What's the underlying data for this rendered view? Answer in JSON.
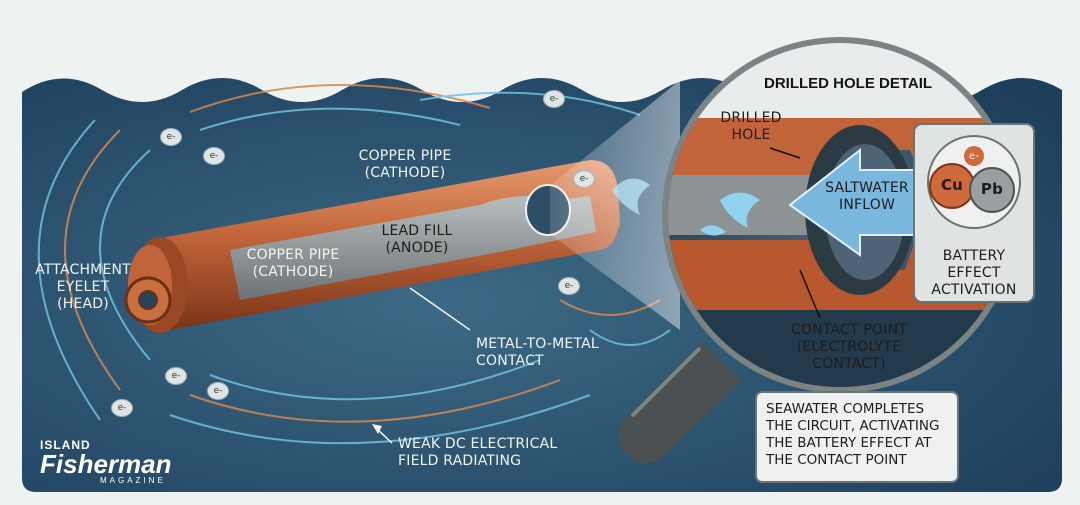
{
  "labels": {
    "copper_pipe_top": [
      "COPPER PIPE",
      "(CATHODE)"
    ],
    "copper_pipe_inner": [
      "COPPER PIPE",
      "(CATHODE)"
    ],
    "lead_fill": [
      "LEAD FILL",
      "(ANODE)"
    ],
    "attachment_eyelet": [
      "ATTACHMENT",
      "EYELET",
      "(HEAD)"
    ],
    "metal_contact": [
      "METAL-TO-METAL",
      "CONTACT"
    ],
    "weak_field": [
      "WEAK DC ELECTRICAL",
      "FIELD RADIATING"
    ]
  },
  "detail": {
    "title": "DRILLED HOLE DETAIL",
    "drilled_hole": [
      "DRILLED",
      "HOLE"
    ],
    "saltwater": [
      "SALTWATER",
      "INFLOW"
    ],
    "contact_point": [
      "CONTACT POINT",
      "(ELECTROLYTE",
      "CONTACT)"
    ]
  },
  "battery_box": {
    "cu": "Cu",
    "pb": "Pb",
    "electron": "e-",
    "caption": [
      "BATTERY",
      "EFFECT",
      "ACTIVATION"
    ]
  },
  "info_box": [
    "SEAWATER COMPLETES",
    "THE CIRCUIT, ACTIVATING",
    "THE BATTERY EFFECT AT",
    "THE CONTACT POINT"
  ],
  "electron_label": "e-",
  "logo": {
    "top": "ISLAND",
    "main": "Fisherman",
    "sub": "MAGAZINE"
  },
  "colors": {
    "water": "#264d6b",
    "copper": "#c0613a",
    "lead": "#8d9394",
    "field_blue": "#6fc1e0",
    "field_orange": "#d9884f"
  }
}
